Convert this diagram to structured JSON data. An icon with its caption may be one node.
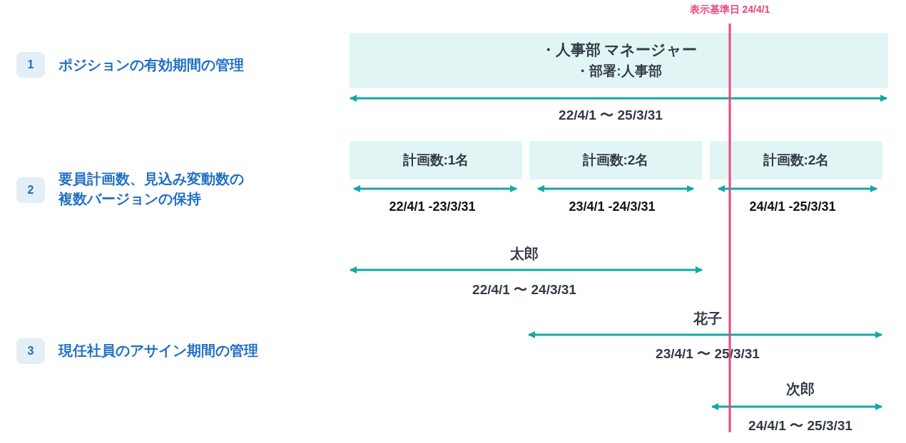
{
  "diagram": {
    "nodes": [
      {
        "text": [
          "1"
        ],
        "beside": [
          "ポジションの有効期間の管理"
        ]
      },
      {
        "text": [
          "2"
        ],
        "beside": [
          "要員計画数、見込み変動数の複数バージョンの保持"
        ]
      },
      {
        "text": [
          "3"
        ],
        "beside": [
          "現任社員のアサイン期間の管理"
        ]
      },
      {
        "text": [
          "・人事部 マネージャー",
          "・部署:人事部"
        ]
      },
      {
        "text": [
          "計画数:1名"
        ]
      },
      {
        "text": [
          "計画数:2名"
        ]
      },
      {
        "text": [
          "計画数:2名"
        ]
      }
    ],
    "labels": [
      "表示基準日 24/4/1",
      "22/4/1 〜 25/3/31",
      "22/4/1 -23/3/31",
      "23/4/1 -24/3/31",
      "24/4/1 -25/3/31",
      "太郎",
      "22/4/1 〜 24/3/31",
      "花子",
      "23/4/1 〜 25/3/31",
      "次郎",
      "24/4/1 〜 25/3/31"
    ]
  }
}
